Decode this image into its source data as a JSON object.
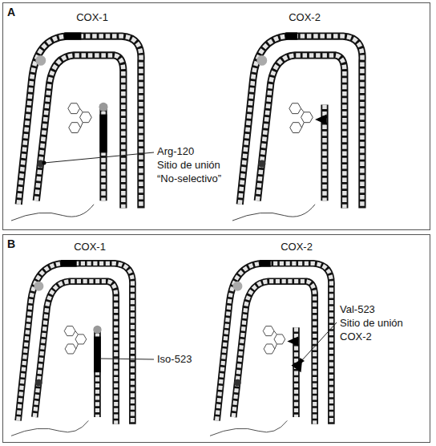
{
  "diagram": {
    "nodes": [
      {
        "text": [
          "A"
        ]
      },
      {
        "text": [
          "B"
        ]
      }
    ],
    "labels": [
      "COX-1",
      "COX-2",
      "Arg-120",
      "Sitio de unión",
      "“No-selectivo”",
      "COX-1",
      "COX-2",
      "Iso-523",
      "Val-523",
      "Sitio de unión",
      "COX-2"
    ]
  }
}
